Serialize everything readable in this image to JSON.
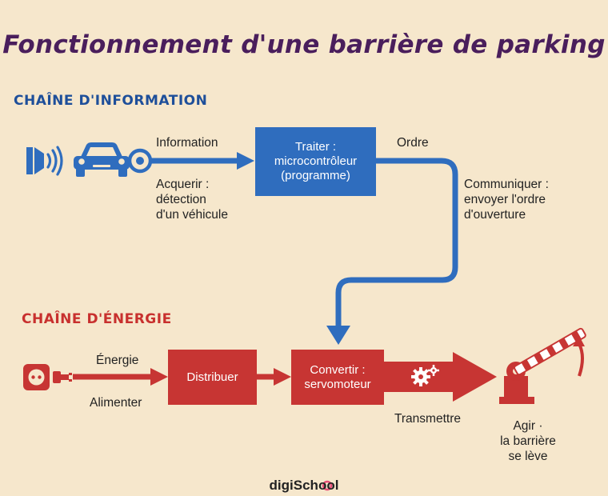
{
  "title": "Fonctionnement d'une barrière de parking",
  "information_chain": {
    "heading": "CHAÎNE D'INFORMATION",
    "information_label": "Information",
    "acquire_lines": [
      "Acquerir :",
      "détection",
      "d'un véhicule"
    ],
    "process_lines": [
      "Traiter :",
      "microcontrôleur",
      "(programme)"
    ],
    "order_label": "Ordre",
    "communicate_lines": [
      "Communiquer :",
      "envoyer l'ordre",
      "d'ouverture"
    ]
  },
  "energy_chain": {
    "heading": "CHAÎNE D'ÉNERGIE",
    "energy_label": "Énergie",
    "supply_label": "Alimenter",
    "distribute_label": "Distribuer",
    "convert_lines": [
      "Convertir :",
      "servomoteur"
    ],
    "transmit_label": "Transmettre",
    "act_lines": [
      "Agir ·",
      "la barrière",
      "se lève"
    ]
  },
  "brand": "digiSchool",
  "colors": {
    "background": "#f6e7cc",
    "info_blue": "#2f6dbe",
    "energy_red": "#c73533",
    "title_purple": "#4a1e5c"
  },
  "icons": [
    "speaker-icon",
    "car-icon",
    "sensor-icon",
    "outlet-icon",
    "plug-icon",
    "gears-icon",
    "barrier-icon",
    "lift-arrow-icon"
  ]
}
